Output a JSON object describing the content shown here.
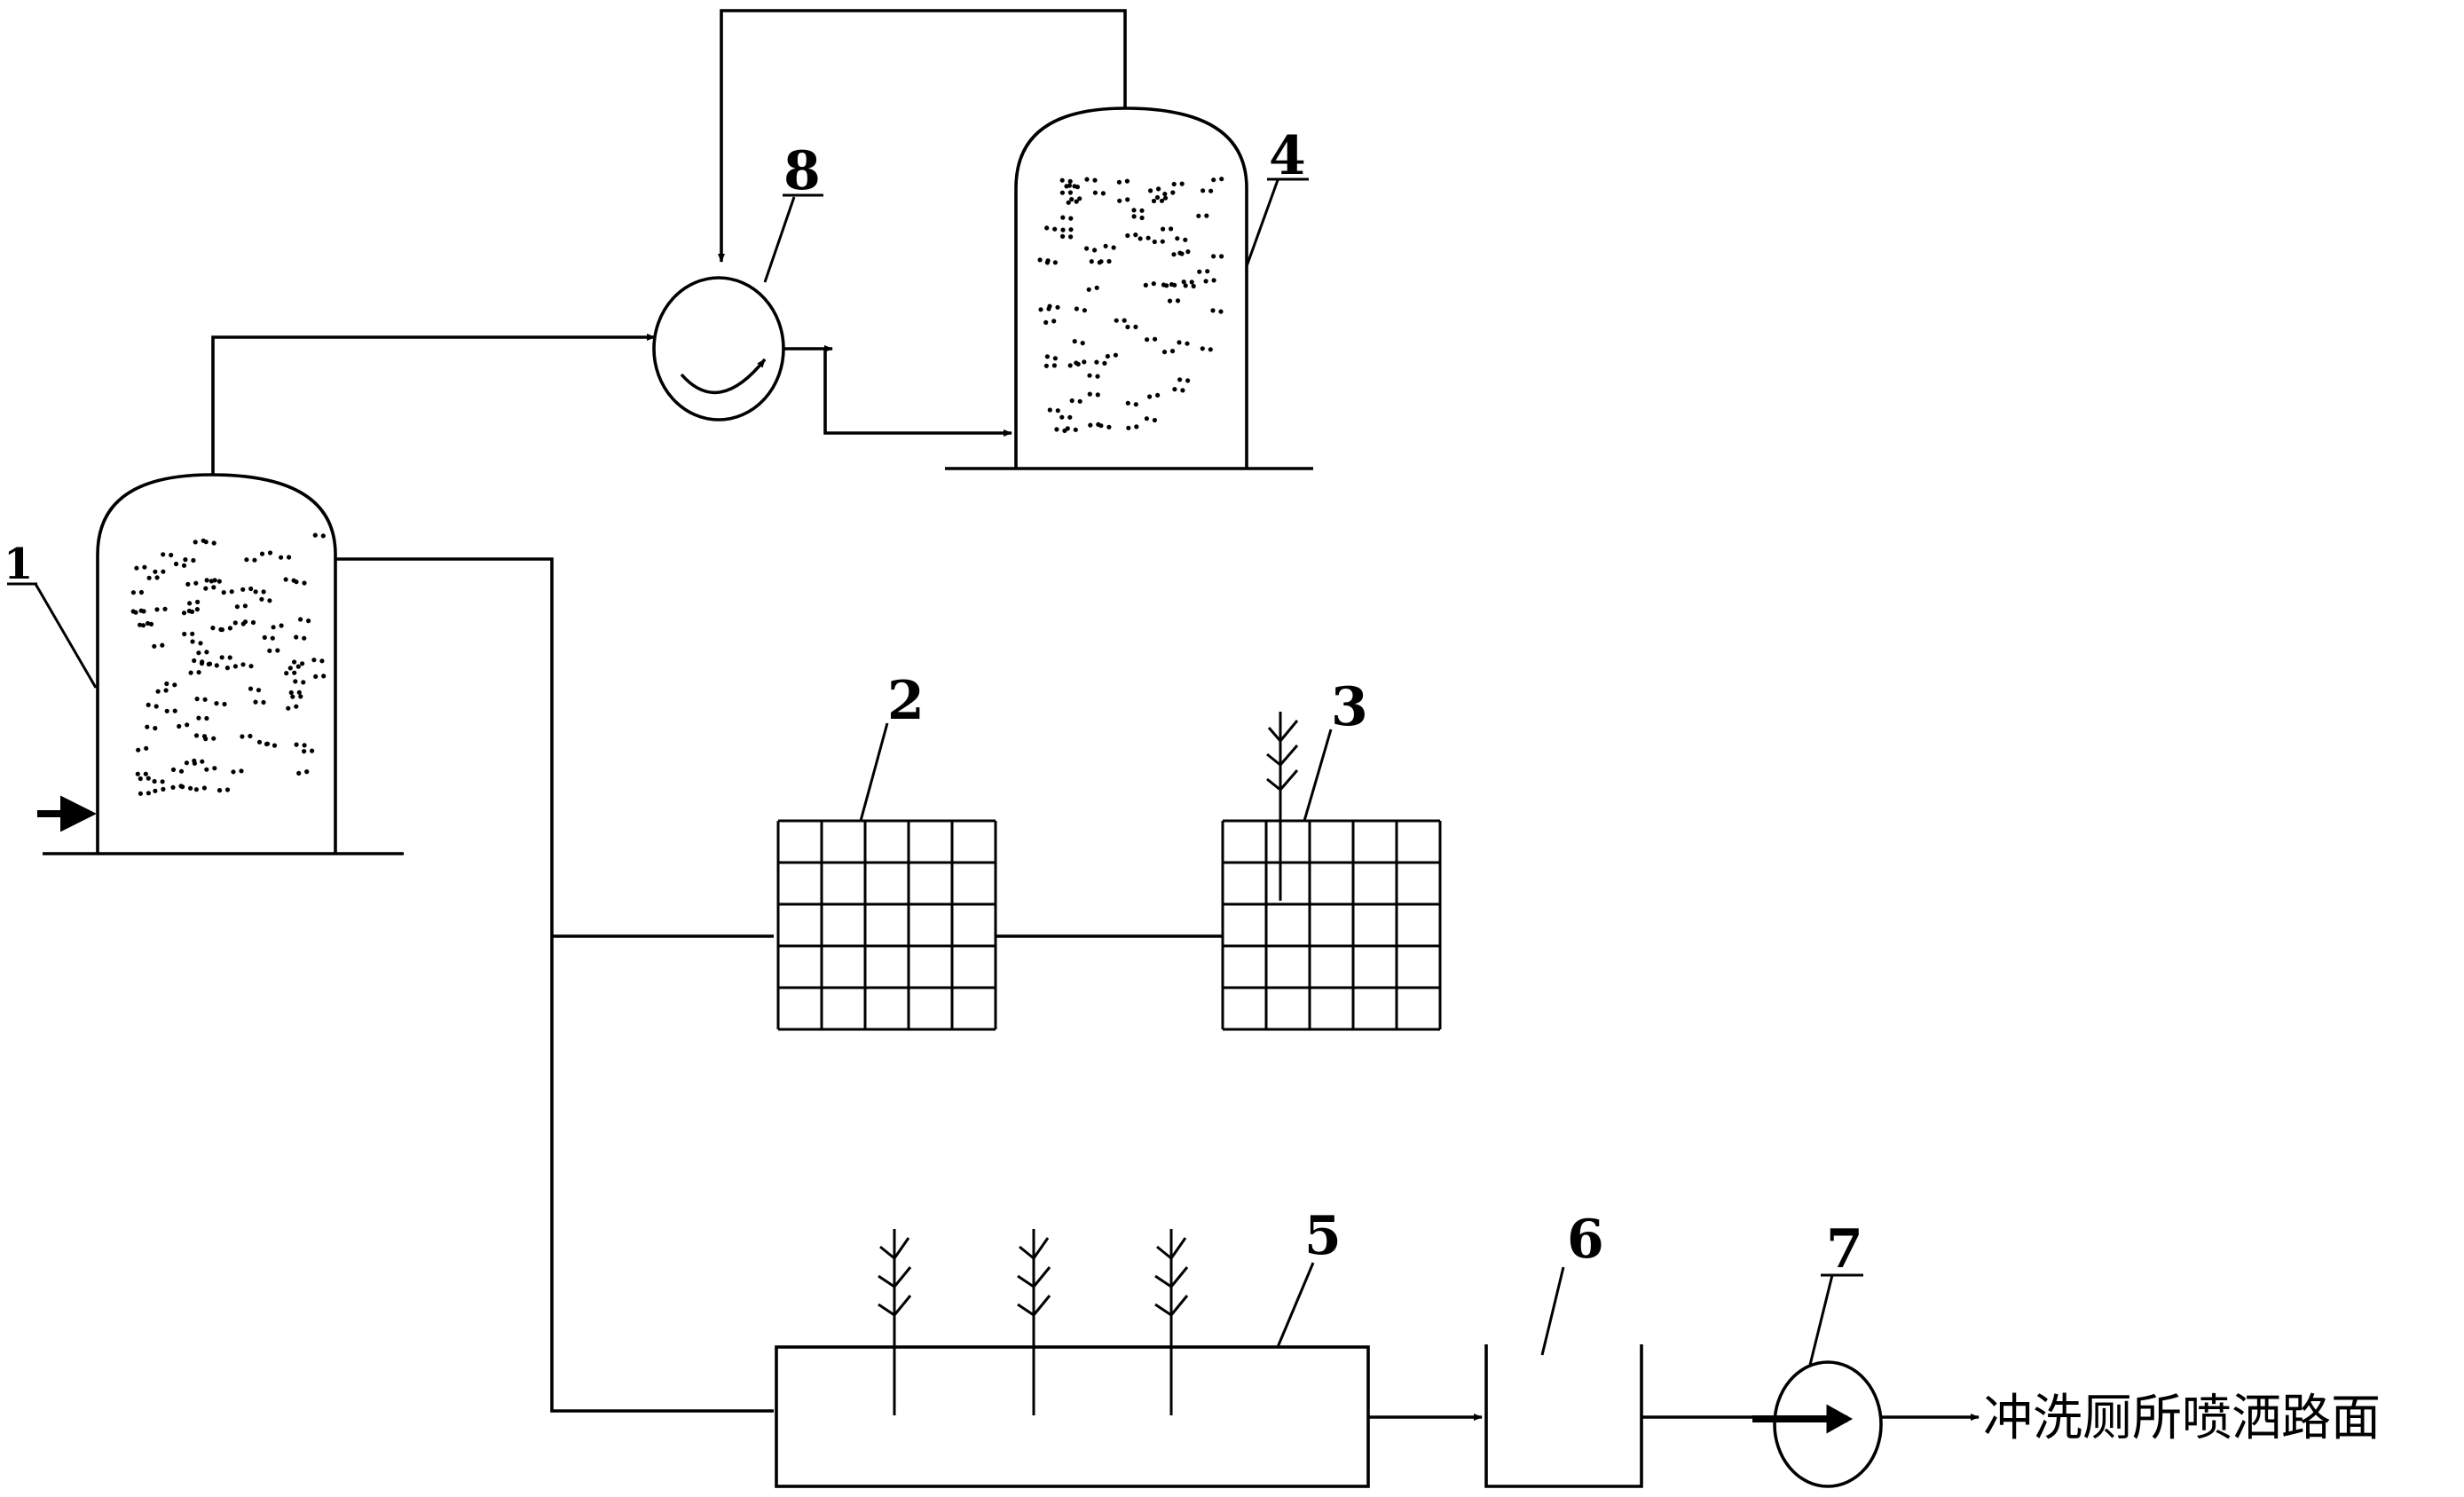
{
  "labels": {
    "tank_1": "1",
    "grid_2": "2",
    "grid_3": "3",
    "tank_4": "4",
    "bed_5": "5",
    "tank_6": "6",
    "pump_7": "7",
    "pump_8": "8"
  },
  "outlet_caption": "冲洗厕所喷洒路面",
  "colors": {
    "line": "#000000",
    "background": "#ffffff"
  }
}
